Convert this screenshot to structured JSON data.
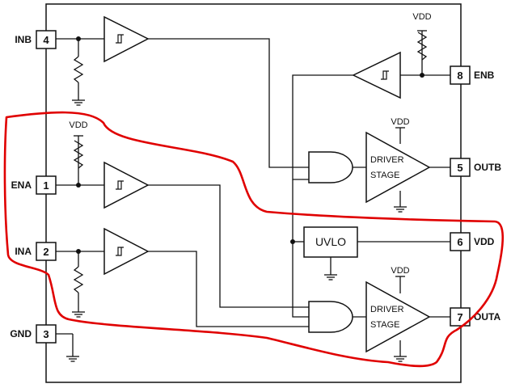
{
  "pins": [
    {
      "number": "4",
      "name": "INB"
    },
    {
      "number": "1",
      "name": "ENA"
    },
    {
      "number": "2",
      "name": "INA"
    },
    {
      "number": "3",
      "name": "GND"
    },
    {
      "number": "8",
      "name": "ENB"
    },
    {
      "number": "5",
      "name": "OUTB"
    },
    {
      "number": "6",
      "name": "VDD"
    },
    {
      "number": "7",
      "name": "OUTA"
    }
  ],
  "supply_labels": {
    "enb_pullup": "VDD",
    "ena_pullup": "VDD",
    "driver_b": "VDD",
    "driver_a": "VDD"
  },
  "blocks": {
    "uvlo": "UVLO",
    "driver_b": {
      "line1": "DRIVER",
      "line2": "STAGE"
    },
    "driver_a": {
      "line1": "DRIVER",
      "line2": "STAGE"
    }
  },
  "highlight_color": "#e00000"
}
